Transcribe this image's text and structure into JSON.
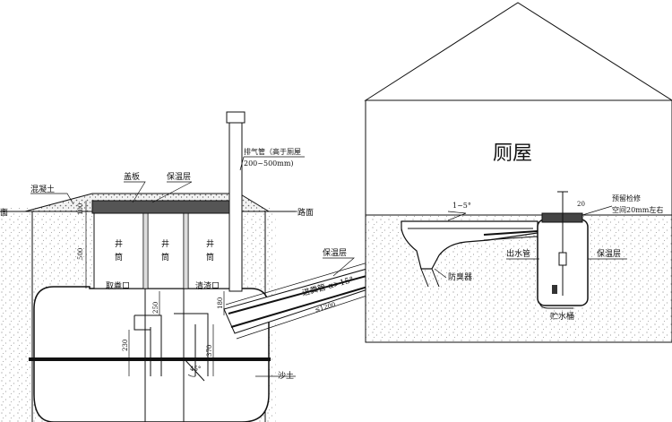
{
  "labels": {
    "concrete": "混凝土",
    "ground_left": "面",
    "cover_plate": "盖板",
    "insulation_top": "保温层",
    "road_surface": "路面",
    "vent_pipe_line1": "排气管（高于厕屋",
    "vent_pipe_line2": "200~500mm)",
    "shaft_char1": "井",
    "shaft_char2": "筒",
    "manure_outlet": "取粪口",
    "cleaning_outlet": "清渣口",
    "insulation_pipe": "保温层",
    "inlet_pipe": "进粪管 α>15°",
    "sandy_soil": "沙土",
    "odor_preventer": "防臭器",
    "toilet_room": "厕屋",
    "slope": "1~5°",
    "reserve_line1": "预留检修",
    "reserve_line2": "空间20mm左右",
    "outlet_pipe": "出水管",
    "insulation_right": "保温层",
    "water_tank": "贮水桶"
  },
  "dimensions": {
    "d100": "100",
    "d500": "500",
    "d250": "250",
    "d180": "180",
    "d230": "230",
    "d370": "370",
    "d1200": "≤1200",
    "d20": "20",
    "angle45": "45°"
  }
}
